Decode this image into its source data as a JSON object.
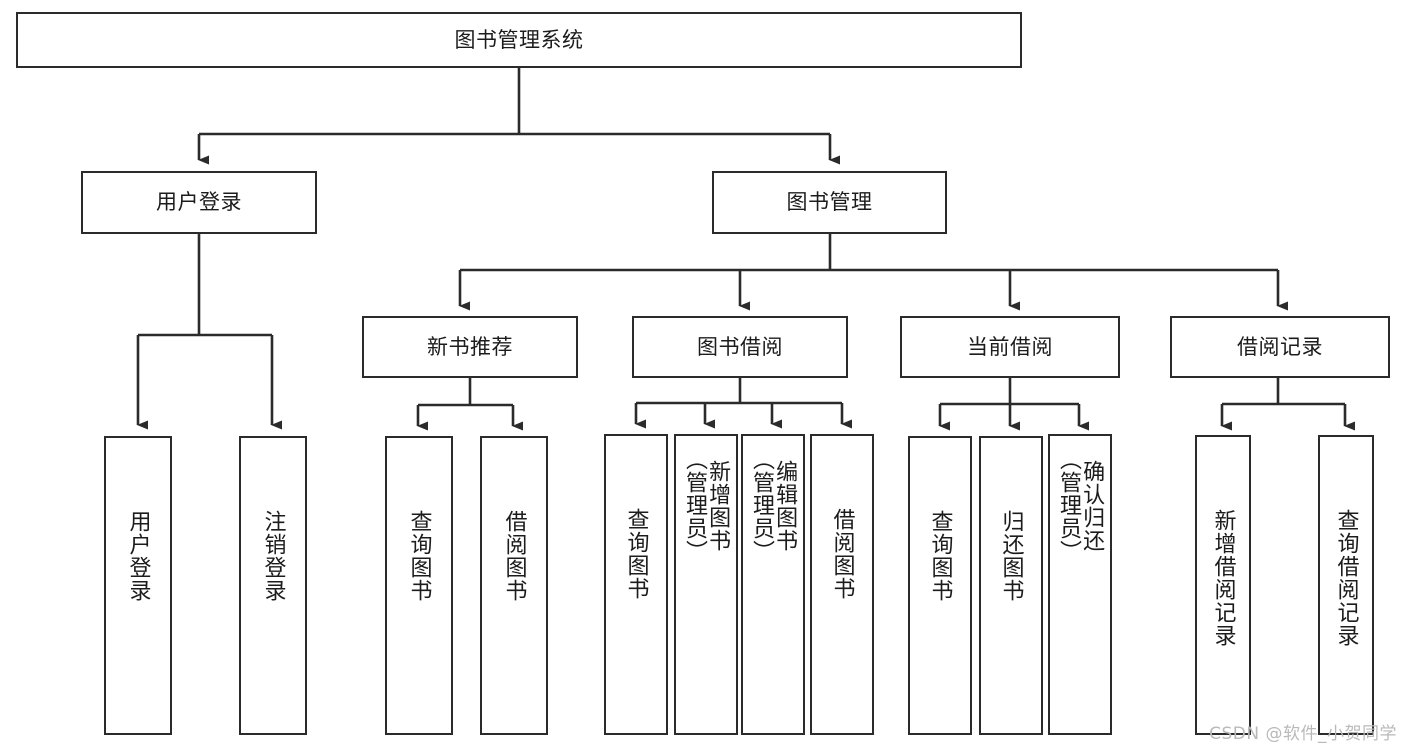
{
  "diagram": {
    "title": "图书管理系统",
    "type": "tree-hierarchy",
    "watermark": "CSDN @软件_小贺同学",
    "colors": {
      "background": "#ffffff",
      "box_border": "#2b2b2b",
      "box_fill": "#ffffff",
      "connector": "#2b2b2b",
      "text": "#1c1c1c",
      "watermark": "#b9b9b9"
    },
    "root": {
      "label": "图书管理系统"
    },
    "level2": [
      {
        "label": "用户登录"
      },
      {
        "label": "图书管理"
      }
    ],
    "level3": [
      {
        "label": "新书推荐"
      },
      {
        "label": "图书借阅"
      },
      {
        "label": "当前借阅"
      },
      {
        "label": "借阅记录"
      }
    ],
    "leaves_user_login": [
      {
        "label": "用户登录"
      },
      {
        "label": "注销登录"
      }
    ],
    "leaves_new_books": [
      {
        "label": "查询图书"
      },
      {
        "label": "借阅图书"
      }
    ],
    "leaves_borrow": [
      {
        "label": "查询图书"
      },
      {
        "label": "新增图书\n（管理员）"
      },
      {
        "label": "编辑图书\n（管理员）"
      },
      {
        "label": "借阅图书"
      }
    ],
    "leaves_current": [
      {
        "label": "查询图书"
      },
      {
        "label": "归还图书"
      },
      {
        "label": "确认归还\n（管理员）"
      }
    ],
    "leaves_records": [
      {
        "label": "新增借阅记录"
      },
      {
        "label": "查询借阅记录"
      }
    ]
  }
}
